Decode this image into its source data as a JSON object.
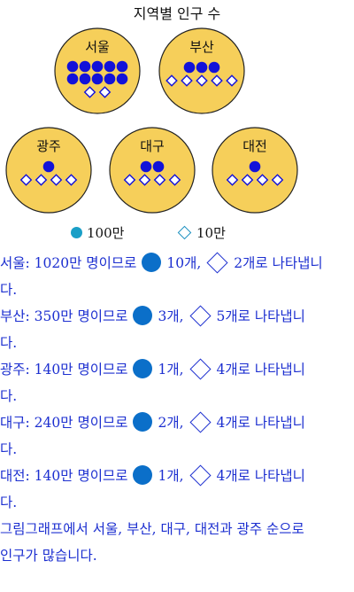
{
  "title": "지역별 인구 수",
  "colors": {
    "circle_fill": "#f6cf5a",
    "circle_stroke": "#222222",
    "big_dot": "#1212d9",
    "small_diamond": "#1212d9",
    "text_blue": "#1c2fd0"
  },
  "regions": [
    {
      "name": "서울",
      "big": 10,
      "small": 2
    },
    {
      "name": "부산",
      "big": 3,
      "small": 5
    },
    {
      "name": "광주",
      "big": 1,
      "small": 4
    },
    {
      "name": "대구",
      "big": 2,
      "small": 4
    },
    {
      "name": "대전",
      "big": 1,
      "small": 4
    }
  ],
  "legend": {
    "big_label": "100만",
    "small_label": "10만"
  },
  "explanations": [
    {
      "city_line": "서울:  1020만  명이므로",
      "big_part": "10개,",
      "small_part": "2개로  나타냅니",
      "wrap": "다."
    },
    {
      "city_line": "부산:  350만  명이므로",
      "big_part": "3개,",
      "small_part": "5개로  나타냅니",
      "wrap": "다."
    },
    {
      "city_line": "광주:  140만  명이므로",
      "big_part": "1개,",
      "small_part": "4개로  나타냅니",
      "wrap": "다."
    },
    {
      "city_line": "대구:  240만  명이므로",
      "big_part": "2개,",
      "small_part": "4개로  나타냅니",
      "wrap": "다."
    },
    {
      "city_line": "대전:  140만  명이므로",
      "big_part": "1개,",
      "small_part": "4개로  나타냅니",
      "wrap": "다."
    }
  ],
  "conclusion": {
    "line1": "그림그래프에서  서울,  부산,  대구,  대전과  광주  순으로",
    "line2": "인구가  많습니다."
  }
}
